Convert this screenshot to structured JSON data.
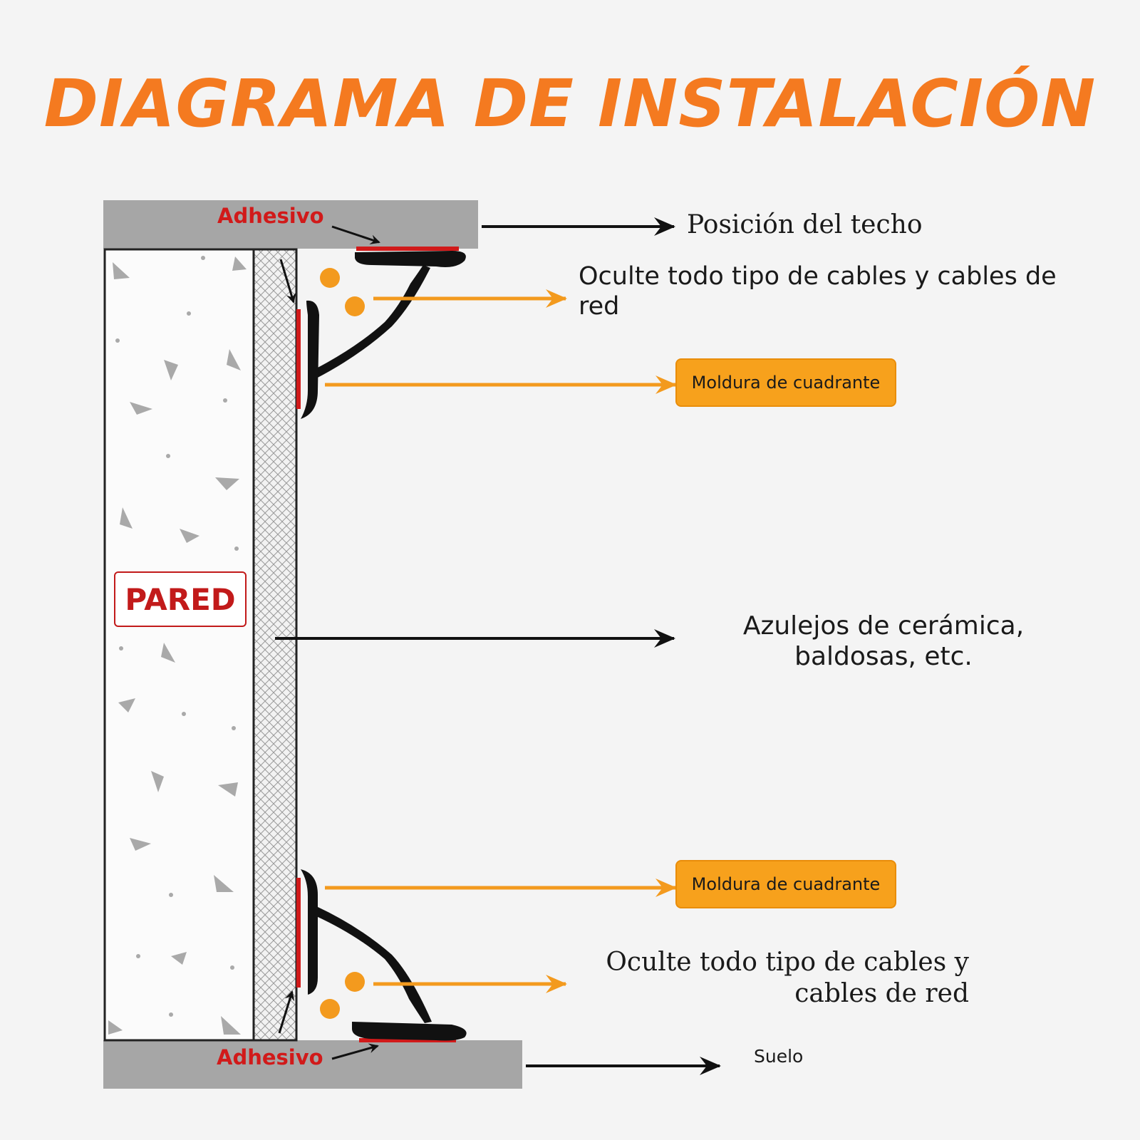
{
  "title": "DIAGRAMA DE INSTALACIÓN",
  "labels": {
    "adhesivo_top": "Adhesivo",
    "adhesivo_bottom": "Adhesivo",
    "pared": "PARED",
    "techo": "Posición del techo",
    "cables_top_line1": "Oculte todo tipo de cables y cables de",
    "cables_top_line2": "red",
    "moldura_top": "Moldura de cuadrante",
    "azulejos_line1": "Azulejos de cerámica,",
    "azulejos_line2": "baldosas, etc.",
    "moldura_bottom": "Moldura de cuadrante",
    "cables_bottom_line1": "Oculte todo tipo de cables y",
    "cables_bottom_line2": "cables de red",
    "suelo": "Suelo"
  },
  "colors": {
    "accent": "#f47a20",
    "badge": "#f7a11c",
    "adhesive": "#d11a1a",
    "slab": "#a6a6a6",
    "molding": "#111111",
    "cable": "#f39a1e"
  }
}
